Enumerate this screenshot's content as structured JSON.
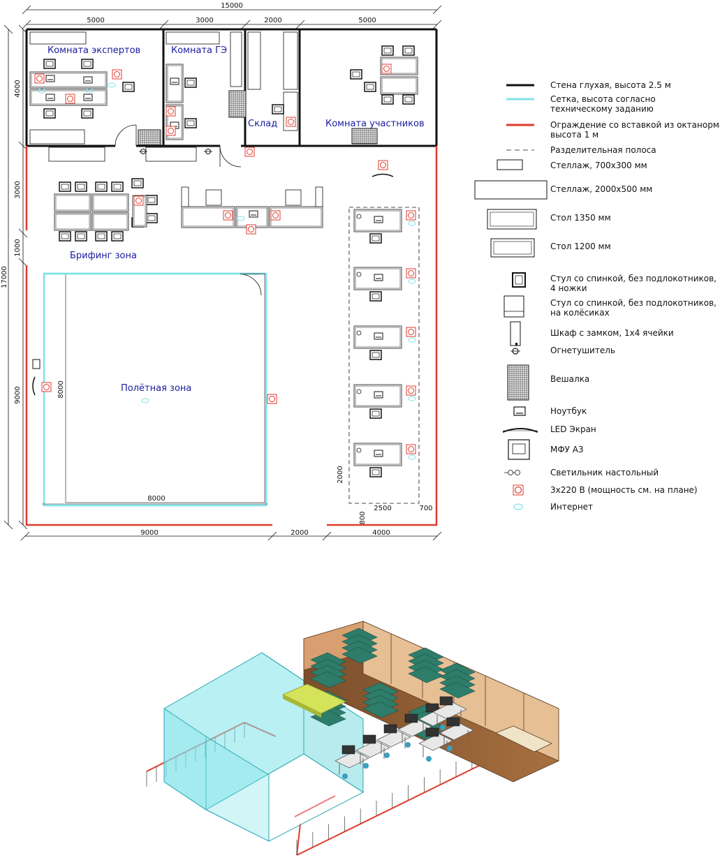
{
  "dimensions": {
    "top_total": "15000",
    "top_segments": [
      "5000",
      "3000",
      "2000",
      "5000"
    ],
    "left_total": "17000",
    "left_segments": [
      "4000",
      "3000",
      "1000",
      "9000"
    ],
    "bottom_segments": [
      "9000",
      "2000",
      "4000"
    ],
    "flight_inner_width": "8000",
    "flight_inner_height": "8000",
    "workstation_row": "2000",
    "workstation_depth": "2500",
    "workstation_gap": "700",
    "workstation_offset": "800"
  },
  "rooms": {
    "experts": "Комната экспертов",
    "ge": "Комната ГЭ",
    "storage": "Склад",
    "participants": "Комната участников",
    "briefing": "Брифинг зона",
    "flight": "Полётная зона"
  },
  "legend": [
    {
      "icon": "solid-wall-icon",
      "text": [
        "Стена глухая, высота 2.5 м"
      ]
    },
    {
      "icon": "mesh-icon",
      "text": [
        "Сетка, высота согласно",
        "техническому заданию"
      ]
    },
    {
      "icon": "fence-icon",
      "text": [
        "Ограждение со вставкой из октанорма,",
        "высота 1 м"
      ]
    },
    {
      "icon": "dashed-line-icon",
      "text": [
        "Разделительная полоса"
      ]
    },
    {
      "icon": "rack-small-icon",
      "text": [
        "Стеллаж, 700х300 мм"
      ]
    },
    {
      "icon": "rack-large-icon",
      "text": [
        "Стеллаж, 2000х500 мм"
      ]
    },
    {
      "icon": "table-1350-icon",
      "text": [
        "Стол 1350 мм"
      ]
    },
    {
      "icon": "table-1200-icon",
      "text": [
        "Стол 1200 мм"
      ]
    },
    {
      "icon": "chair-legs-icon",
      "text": [
        "Стул со спинкой, без подлокотников,",
        "4 ножки"
      ]
    },
    {
      "icon": "chair-wheels-icon",
      "text": [
        "Стул со спинкой, без подлокотников,",
        "на колёсиках"
      ]
    },
    {
      "icon": "locker-icon",
      "text": [
        "Шкаф с замком, 1х4 ячейки"
      ]
    },
    {
      "icon": "extinguisher-icon",
      "text": [
        "Огнетушитель"
      ]
    },
    {
      "icon": "hanger-icon",
      "text": [
        "Вешалка"
      ]
    },
    {
      "icon": "laptop-icon",
      "text": [
        "Ноутбук"
      ]
    },
    {
      "icon": "led-screen-icon",
      "text": [
        "LED Экран"
      ]
    },
    {
      "icon": "mfp-icon",
      "text": [
        "МФУ А3"
      ]
    },
    {
      "icon": "desk-lamp-icon",
      "text": [
        "Светильник настольный"
      ]
    },
    {
      "icon": "socket-icon",
      "text": [
        "3х220 В (мощность см. на плане)"
      ]
    },
    {
      "icon": "internet-icon",
      "text": [
        "Интернет"
      ]
    }
  ],
  "colors": {
    "wall": "#111111",
    "mesh": "#7fe3ea",
    "fence": "#e03b2e",
    "label": "#1a1aa0",
    "wood": "#b07a4a",
    "wood_light": "#e9c7a0",
    "glass": "#7fe3ea",
    "shelf": "#2e7d6b"
  }
}
